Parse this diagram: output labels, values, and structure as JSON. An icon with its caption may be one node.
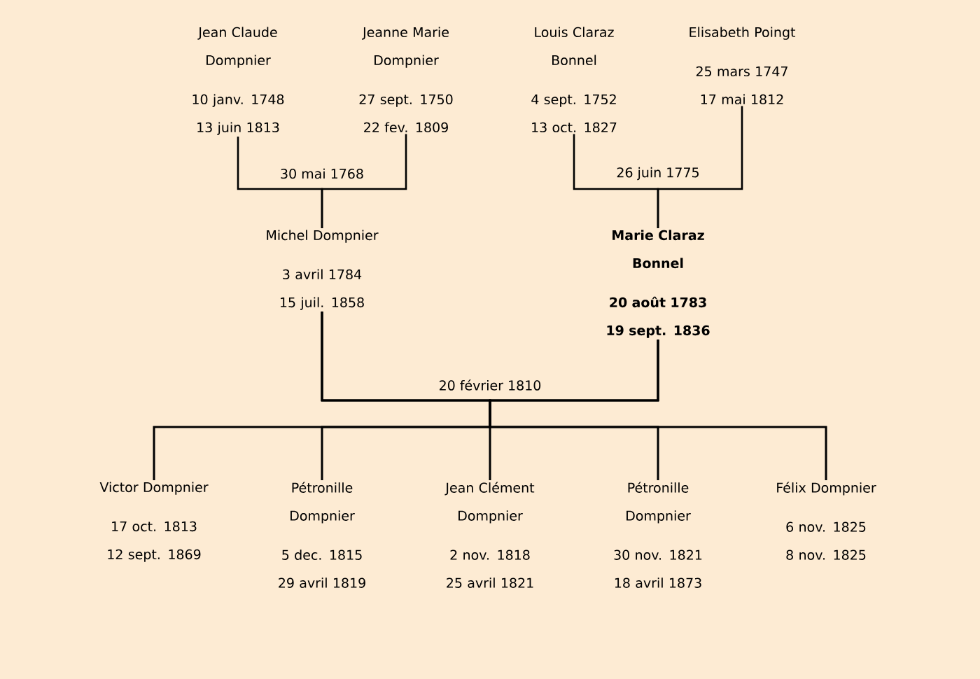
{
  "diagram": {
    "nodes": [
      {
        "text": [
          "Jean Claude Dompnier",
          "10 janv. 1748",
          "13 juin 1813"
        ]
      },
      {
        "text": [
          "Jeanne Marie Dompnier",
          "27 sept. 1750",
          "22 fev. 1809"
        ]
      },
      {
        "text": [
          "Louis Claraz Bonnel",
          "4 sept. 1752",
          "13 oct. 1827"
        ]
      },
      {
        "text": [
          "Elisabeth Poingt",
          "25 mars 1747",
          "17 mai 1812"
        ]
      },
      {
        "text": [
          "Michel Dompnier",
          "3 avril 1784",
          "15 juil. 1858"
        ]
      },
      {
        "text": [
          "Marie Claraz Bonnel",
          "20 août 1783",
          "19 sept. 1836"
        ]
      },
      {
        "text": [
          "Victor Dompnier",
          "17 oct. 1813",
          "12 sept. 1869"
        ]
      },
      {
        "text": [
          "Pétronille Dompnier",
          "5 dec. 1815",
          "29 avril 1819"
        ]
      },
      {
        "text": [
          "Jean Clément Dompnier",
          "2 nov. 1818",
          "25 avril 1821"
        ]
      },
      {
        "text": [
          "Pétronille Dompnier",
          "30 nov. 1821",
          "18 avril 1873"
        ]
      },
      {
        "text": [
          "Félix Dompnier",
          "6 nov. 1825",
          "8 nov. 1825"
        ]
      }
    ],
    "edges": [
      {
        "from": 0,
        "to": 4,
        "arrow": "none",
        "label": "30 mai 1768"
      },
      {
        "from": 1,
        "to": 4,
        "arrow": "none"
      },
      {
        "from": 2,
        "to": 5,
        "arrow": "none",
        "label": "26 juin 1775"
      },
      {
        "from": 3,
        "to": 5,
        "arrow": "none"
      },
      {
        "from": 4,
        "to": 6,
        "arrow": "none",
        "label": "20 février 1810"
      },
      {
        "from": 5,
        "to": 6,
        "arrow": "none"
      },
      {
        "from": 4,
        "to": 7,
        "arrow": "none"
      },
      {
        "from": 5,
        "to": 7,
        "arrow": "none"
      },
      {
        "from": 4,
        "to": 8,
        "arrow": "none"
      },
      {
        "from": 5,
        "to": 8,
        "arrow": "none"
      },
      {
        "from": 4,
        "to": 9,
        "arrow": "none"
      },
      {
        "from": 5,
        "to": 9,
        "arrow": "none"
      },
      {
        "from": 4,
        "to": 10,
        "arrow": "none"
      },
      {
        "from": 5,
        "to": 10,
        "arrow": "none"
      }
    ]
  }
}
